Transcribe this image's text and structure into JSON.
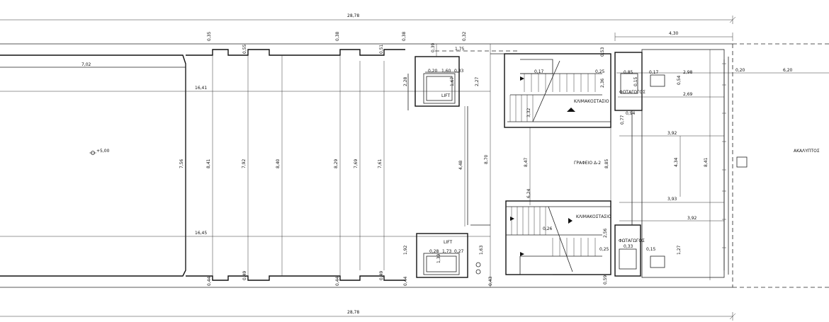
{
  "drawing": {
    "overall_top": "28,78",
    "overall_bottom": "28,78",
    "right_width": "4,30",
    "right_offset": "6,20",
    "side_offset": "0,20",
    "level_mark": "+5,00",
    "left_run": "7,02",
    "long_top": "16,41",
    "long_bottom": "16,45"
  },
  "rooms": {
    "lift_top": "LIFT",
    "lift_bottom": "LIFT",
    "stair_top": "ΚΛΙΜΑΚΟΣΤΑΣΙΟ",
    "stair_bottom": "ΚΛΙΜΑΚΟΣΤΑΣΙΟ",
    "office": "ΓΡΑΦΕΙΟ Δ-2",
    "light_top": "ΦΩΤΑΓΩΓΟΣ",
    "light_bottom": "ΦΩΤΑΓΩΓΟΣ",
    "open_space": "ΑΚΑΛΥΠΤΟΣ"
  },
  "dims_top": [
    "0,35",
    "0,55",
    "0,38",
    "0,51",
    "0,38",
    "0,39",
    "0,32",
    "0,53"
  ],
  "dims_bottom": [
    "0,44",
    "0,49",
    "0,44",
    "0,49",
    "0,44",
    "0,43",
    "0,59"
  ],
  "dims_vertical": [
    "7,56",
    "8,41",
    "7,92",
    "8,40",
    "8,29",
    "7,69",
    "7,61",
    "4,48",
    "8,70",
    "8,47",
    "8,85",
    "4,34",
    "8,41"
  ],
  "lift_dims": {
    "top_w": "1,75",
    "top_a": "0,20",
    "top_b": "1,60",
    "top_c": "0,33",
    "top_h": "1,67",
    "top_r": "2,27",
    "top_l": "2,28",
    "bottom_a": "0,28",
    "bottom_b": "1,73",
    "bottom_c": "0,27",
    "bottom_h": "1,39",
    "bottom_l": "1,92",
    "bottom_r": "1,63"
  },
  "stair_dims": {
    "top_a": "0,17",
    "top_b": "0,25",
    "top_h": "2,36",
    "top_v": "3,32",
    "mid": "6,24",
    "bottom_a": "0,26",
    "bottom_b": "0,25",
    "bottom_h": "2,56"
  },
  "light_dims": {
    "top_a": "0,85",
    "top_b": "0,17",
    "top_c": "2,98",
    "top_d": "0,15",
    "top_e": "0,54",
    "top_f": "0,77",
    "top_row": "2,69",
    "mid_row": "3,92",
    "lower_row": "3,93",
    "lower_b": "3,92",
    "bottom_a": "0,33",
    "bottom_b": "0,15",
    "bottom_h": "1,27"
  }
}
